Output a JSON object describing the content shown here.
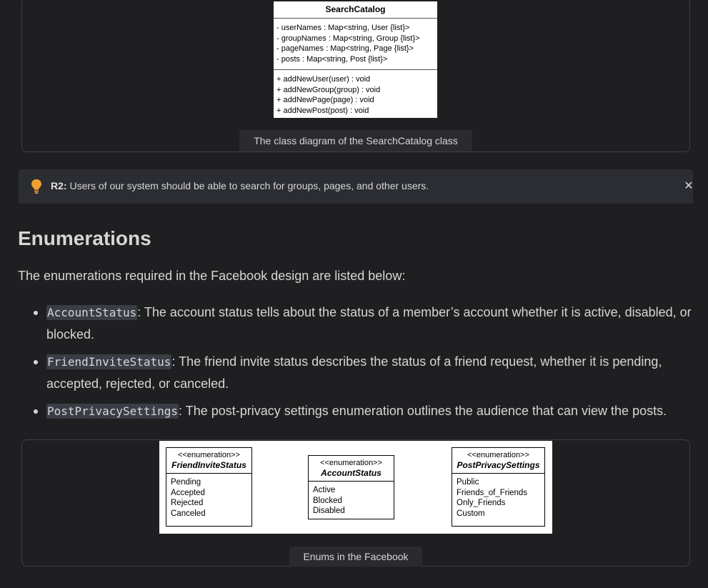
{
  "search_catalog_diagram": {
    "class_name": "SearchCatalog",
    "attributes": [
      "- userNames : Map<string, User {list}>",
      "- groupNames : Map<string, Group {list}>",
      "- pageNames : Map<string, Page {list}>",
      "- posts : Map<string, Post {list}>"
    ],
    "operations": [
      "+ addNewUser(user) : void",
      "+ addNewGroup(group) : void",
      "+ addNewPage(page) : void",
      "+ addNewPost(post) : void"
    ],
    "caption": "The class diagram of the SearchCatalog class"
  },
  "callout": {
    "icon": "lightbulb-icon",
    "label": "R2:",
    "text": " Users of our system should be able to search for groups, pages, and other users.",
    "close_icon": "close-icon"
  },
  "section": {
    "heading": "Enumerations",
    "intro": "The enumerations required in the Facebook design are listed below:",
    "items": [
      {
        "code": "AccountStatus",
        "text": ": The account status tells about the status of a member’s account whether it is active, disabled, or blocked."
      },
      {
        "code": "FriendInviteStatus",
        "text": ": The friend invite status describes the status of a friend request, whether it is pending, accepted, rejected, or canceled."
      },
      {
        "code": "PostPrivacySettings",
        "text": ": The post-privacy settings enumeration outlines the audience that can view the posts."
      }
    ]
  },
  "enum_diagram": {
    "stereotype": "<<enumeration>>",
    "enums": [
      {
        "name": "FriendInviteStatus",
        "values": [
          "Pending",
          "Accepted",
          "Rejected",
          "Canceled"
        ]
      },
      {
        "name": "AccountStatus",
        "values": [
          "Active",
          "Blocked",
          "Disabled"
        ]
      },
      {
        "name": "PostPrivacySettings",
        "values": [
          "Public",
          "Friends_of_Friends",
          "Only_Friends",
          "Custom"
        ]
      }
    ],
    "caption": "Enums in the Facebook"
  },
  "colors": {
    "background": "#1f1f21",
    "callout_bg": "#2b2d33",
    "bulb": "#f0a030",
    "code_bg": "#3a3d45"
  }
}
